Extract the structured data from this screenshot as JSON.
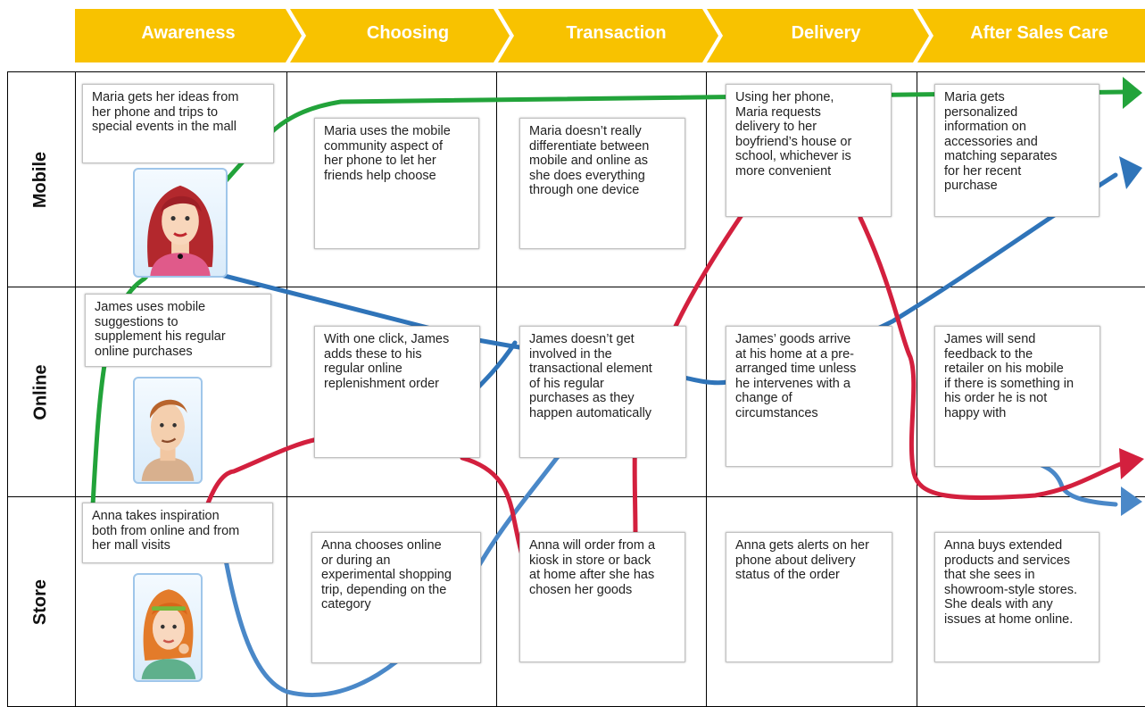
{
  "stages": [
    "Awareness",
    "Choosing",
    "Transaction",
    "Delivery",
    "After Sales Care"
  ],
  "rows": [
    "Mobile",
    "Online",
    "Store"
  ],
  "colors": {
    "banner": "#f8c200",
    "green": "#22a33a",
    "blue": "#2f74b9",
    "red": "#d3203e",
    "grid": "#000000"
  },
  "personas": [
    {
      "name": "Maria",
      "row": "Mobile",
      "avatar_icon": "woman-red-hair-avatar-icon"
    },
    {
      "name": "James",
      "row": "Online",
      "avatar_icon": "man-brown-hair-avatar-icon"
    },
    {
      "name": "Anna",
      "row": "Store",
      "avatar_icon": "woman-orange-hair-avatar-icon"
    }
  ],
  "notes": {
    "mobile": [
      "Maria gets her ideas from\nher phone and trips to\nspecial events in the mall",
      "Maria uses the mobile\ncommunity aspect of\nher phone to let her\nfriends help choose",
      "Maria doesn’t really\ndifferentiate between\nmobile and online as\nshe does everything\nthrough one device",
      "Using her phone,\nMaria requests\ndelivery to her\nboyfriend’s house or\nschool, whichever is\nmore convenient",
      "Maria gets\npersonalized\ninformation on\naccessories and\nmatching separates\nfor her recent\npurchase"
    ],
    "online": [
      "James uses mobile\nsuggestions to\nsupplement his regular\nonline purchases",
      "With one click, James\nadds these to his\nregular online\nreplenishment order",
      "James doesn’t get\ninvolved in the\ntransactional element\nof his regular\npurchases as they\nhappen automatically",
      "James’ goods arrive\nat his home at a pre-\narranged time unless\nhe intervenes with a\nchange of\ncircumstances",
      "James will send\nfeedback to the\nretailer on his mobile\nif there is something in\nhis order he is not\nhappy with"
    ],
    "store": [
      "Anna takes inspiration\nboth from online and from\nher mall visits",
      "Anna chooses online\nor during an\nexperimental shopping\ntrip, depending on the\ncategory",
      "Anna will order from a\nkiosk in store or back\nat home after she has\nchosen her goods",
      "Anna gets alerts on her\nphone about delivery\nstatus  of the order",
      "Anna buys extended\nproducts and services\nthat she sees in\nshowroom-style stores.\nShe deals with any\nissues at home online."
    ]
  }
}
